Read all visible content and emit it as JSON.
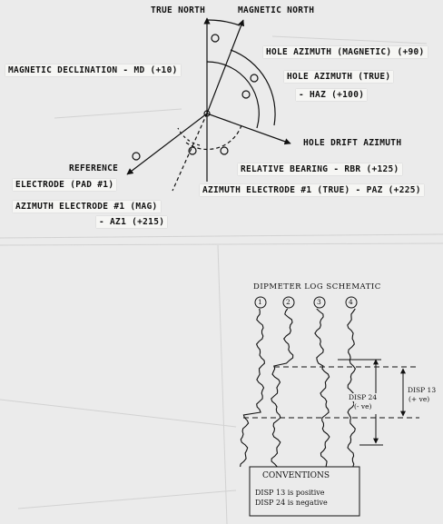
{
  "azimuth_diagram": {
    "true_north": "TRUE NORTH",
    "magnetic_north": "MAGNETIC NORTH",
    "magnetic_declination": "MAGNETIC DECLINATION - MD (+10)",
    "hole_azimuth_magnetic": "HOLE AZIMUTH (MAGNETIC) (+90)",
    "hole_azimuth_true_line1": "HOLE AZIMUTH (TRUE)",
    "hole_azimuth_true_line2": "- HAZ (+100)",
    "hole_drift_azimuth": "HOLE DRIFT AZIMUTH",
    "reference": "REFERENCE",
    "relative_bearing": "RELATIVE BEARING - RBR (+125)",
    "electrode_pad": "ELECTRODE (PAD #1)",
    "azimuth_electrode_true": "AZIMUTH ELECTRODE #1 (TRUE) - PAZ (+225)",
    "azimuth_electrode_mag_line1": "AZIMUTH ELECTRODE #1 (MAG)",
    "azimuth_electrode_mag_line2": "- AZ1 (+215)"
  },
  "dipmeter": {
    "title": "DIPMETER LOG SCHEMATIC",
    "traces": [
      "1",
      "2",
      "3",
      "4"
    ],
    "disp13_line1": "DISP 13",
    "disp13_line2": "(+ ve)",
    "disp24_line1": "DISP 24",
    "disp24_line2": "(- ve)",
    "conventions_title": "CONVENTIONS",
    "convention1": "DISP 13 is positive",
    "convention2": "DISP 24 is negative"
  },
  "colors": {
    "ink": "#111111",
    "paper": "#ebebeb",
    "tape": "#f6f6f4"
  }
}
